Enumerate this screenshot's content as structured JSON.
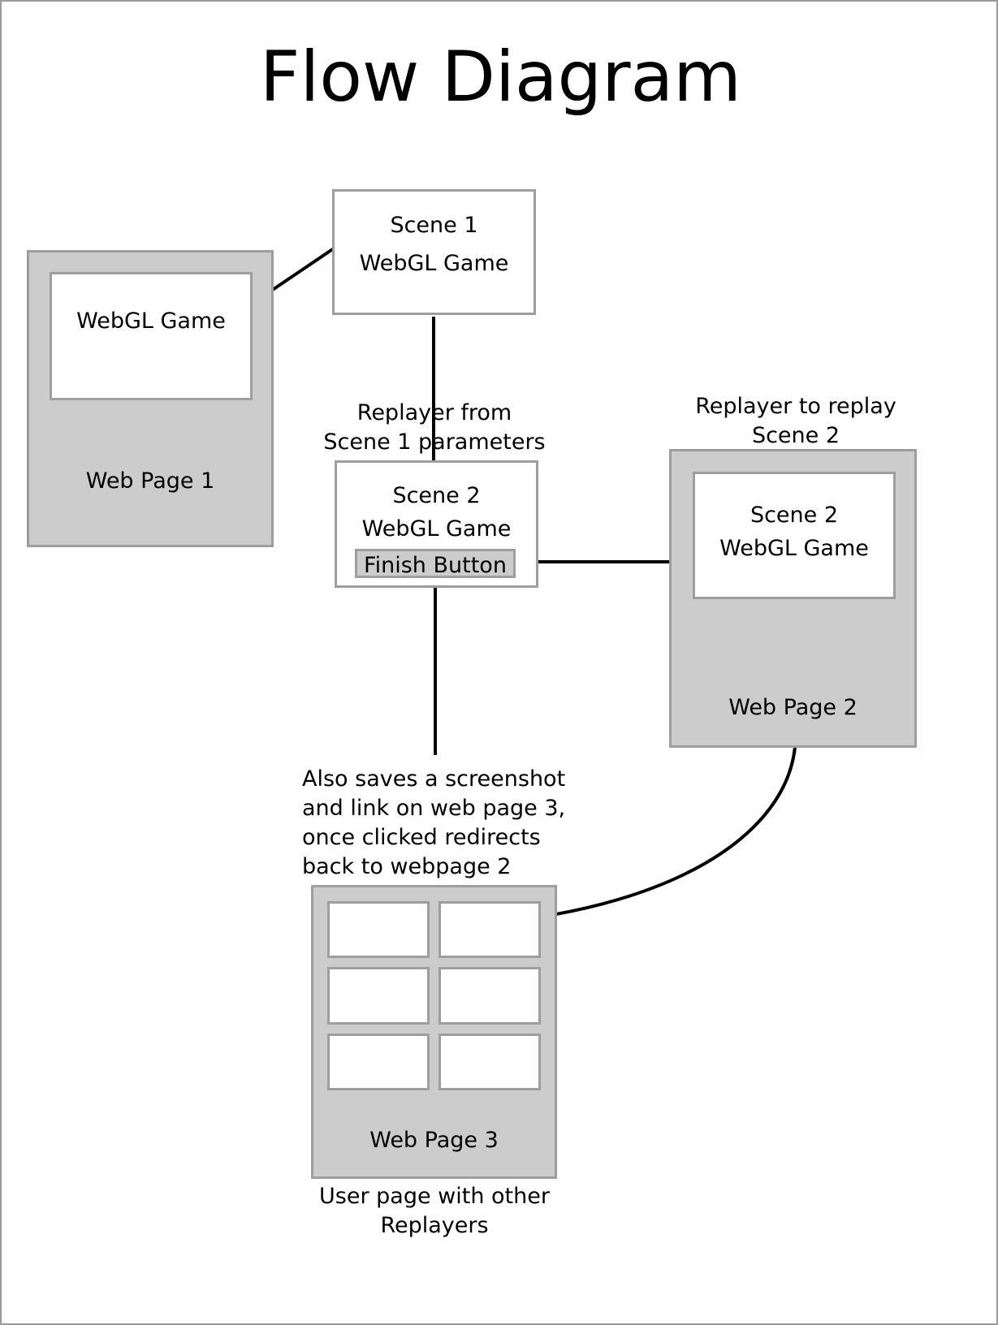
{
  "title": "Flow Diagram",
  "web_page_1": {
    "screen_label": "WebGL Game",
    "page_label": "Web Page 1"
  },
  "scene_1": {
    "line1": "Scene 1",
    "line2": "WebGL Game"
  },
  "scene_2": {
    "line1": "Scene 2",
    "line2": "WebGL Game",
    "finish_button": "Finish Button"
  },
  "annotations": {
    "replayer_from_scene1": "Replayer from\nScene 1 parameters",
    "replayer_to_replay_scene2": "Replayer to replay\nScene 2",
    "screenshot_note": "Also saves a screenshot\nand link on web page 3,\nonce clicked redirects\nback to webpage 2",
    "web_page_3_caption": "User page with other\nReplayers"
  },
  "web_page_2": {
    "screen_line1": "Scene 2",
    "screen_line2": "WebGL Game",
    "page_label": "Web Page 2"
  },
  "web_page_3": {
    "page_label": "Web Page 3",
    "thumbnails": [
      "",
      "",
      "",
      "",
      "",
      ""
    ]
  },
  "colors": {
    "page_fill": "#cccccc",
    "box_border": "#9e9e9e",
    "connector": "#000000",
    "text": "#000000",
    "canvas": "#ffffff"
  }
}
